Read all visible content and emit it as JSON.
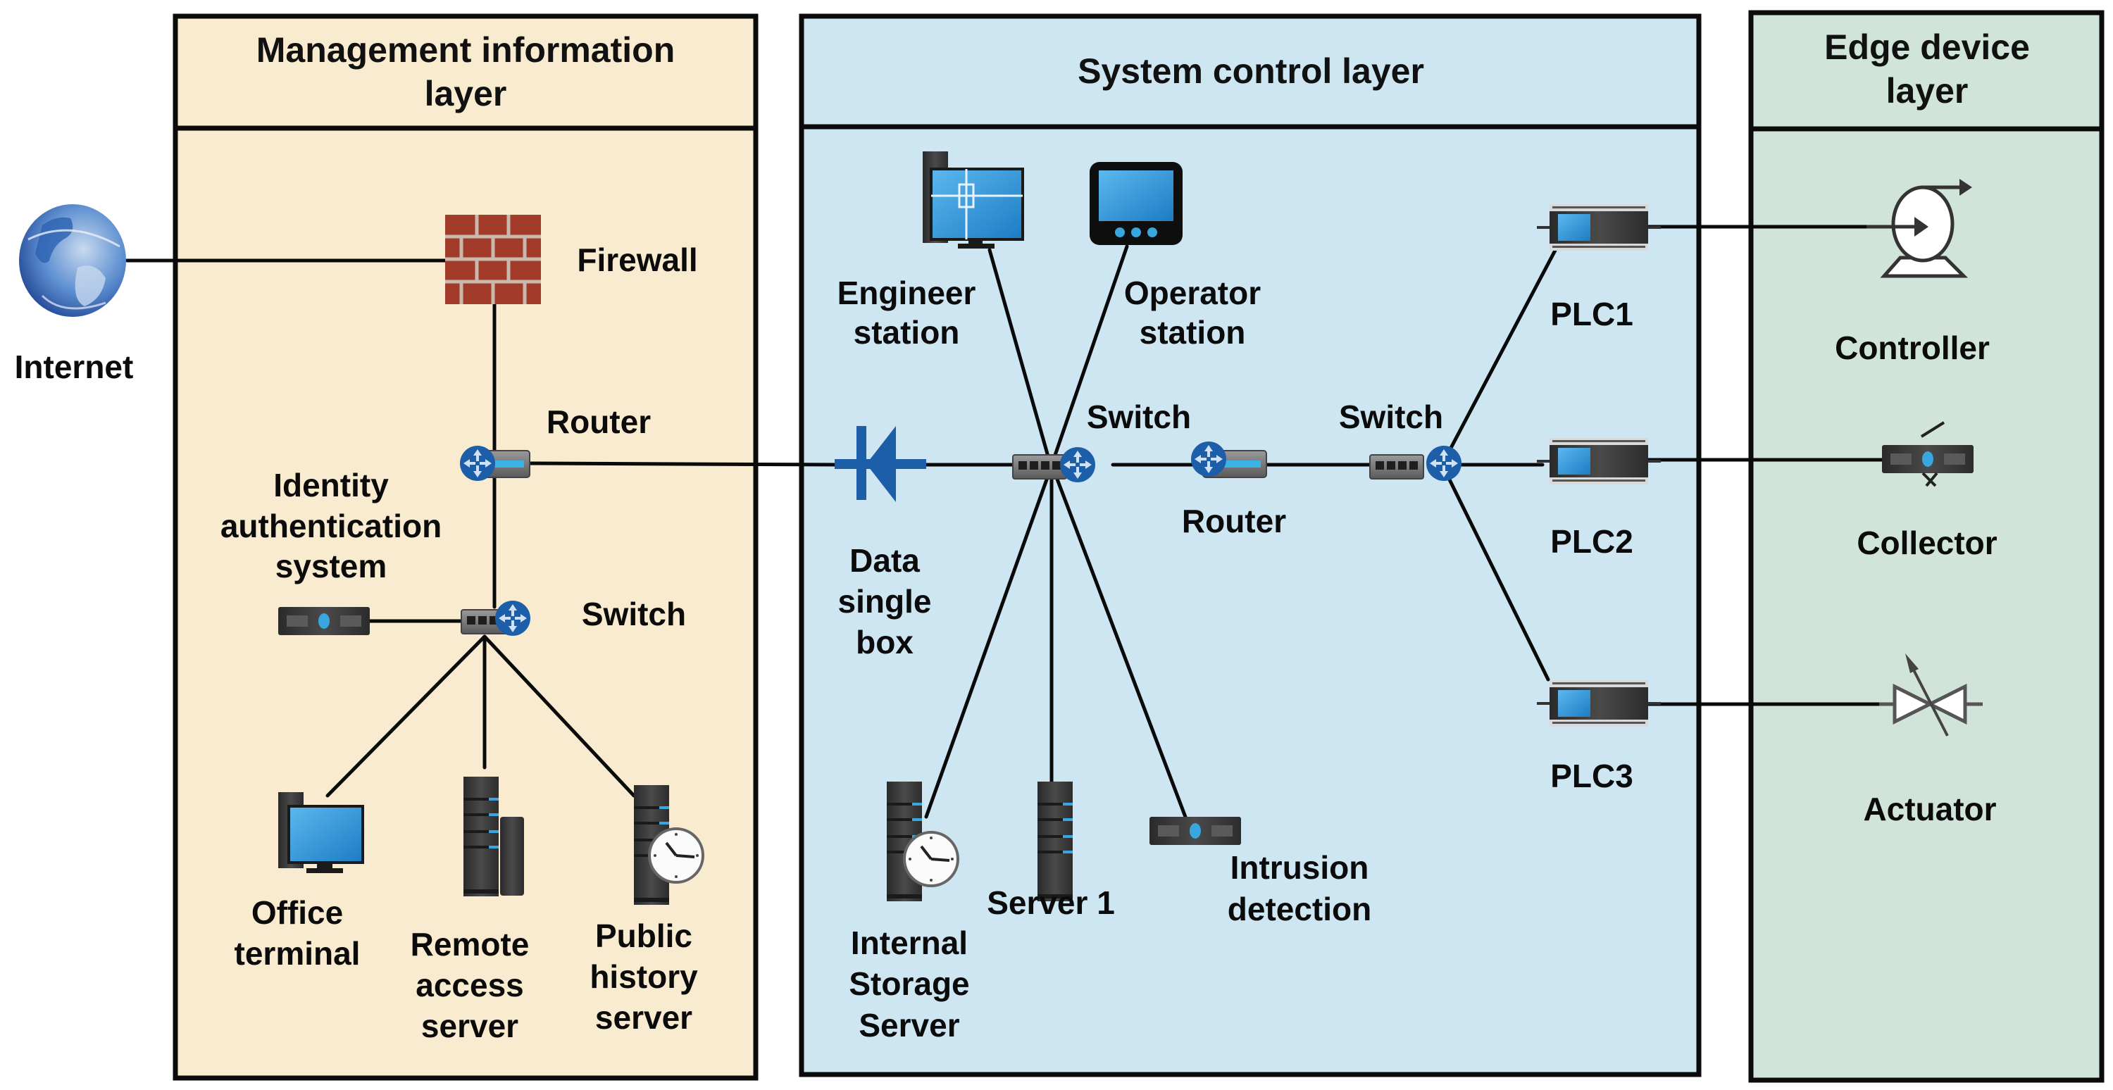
{
  "diagram": {
    "title": "Industrial control network architecture",
    "colors": {
      "management_bg": "#f9ebcf",
      "control_bg": "#cde6f2",
      "edge_bg": "#d0e4da",
      "border": "#0b0b0b",
      "device_blue": "#2d8fd5",
      "router_blue": "#1d5ea8",
      "firewall_red": "#a33b2b",
      "device_dark": "#3a3a3a"
    },
    "layers": [
      {
        "id": "management",
        "title_line1": "Management information",
        "title_line2": "layer"
      },
      {
        "id": "control",
        "title_line1": "System control layer",
        "title_line2": ""
      },
      {
        "id": "edge",
        "title_line1": "Edge device",
        "title_line2": "layer"
      }
    ],
    "external": {
      "internet": {
        "label": "Internet",
        "icon": "globe-icon"
      }
    },
    "management_nodes": {
      "firewall": {
        "label": "Firewall",
        "icon": "firewall-icon"
      },
      "router": {
        "label": "Router",
        "icon": "router-icon"
      },
      "identity": {
        "label_lines": [
          "Identity",
          "authentication",
          "system"
        ],
        "icon": "appliance-icon"
      },
      "switch": {
        "label": "Switch",
        "icon": "switch-icon"
      },
      "office_terminal": {
        "label_lines": [
          "Office",
          "terminal"
        ],
        "icon": "workstation-icon"
      },
      "remote_access": {
        "label_lines": [
          "Remote",
          "access",
          "server"
        ],
        "icon": "server-icon"
      },
      "public_history": {
        "label_lines": [
          "Public",
          "history",
          "server"
        ],
        "icon": "history-server-icon"
      }
    },
    "control_nodes": {
      "engineer": {
        "label_lines": [
          "Engineer",
          "station"
        ],
        "icon": "engineer-workstation-icon"
      },
      "operator": {
        "label_lines": [
          "Operator",
          "station"
        ],
        "icon": "tablet-icon"
      },
      "data_box": {
        "label_lines": [
          "Data",
          "single",
          "box"
        ],
        "icon": "diode-icon"
      },
      "switch_core": {
        "label": "Switch",
        "icon": "switch-icon"
      },
      "router": {
        "label": "Router",
        "icon": "router-icon"
      },
      "switch_plc": {
        "label": "Switch",
        "icon": "switch-icon"
      },
      "plc1": {
        "label": "PLC1",
        "icon": "plc-icon"
      },
      "plc2": {
        "label": "PLC2",
        "icon": "plc-icon"
      },
      "plc3": {
        "label": "PLC3",
        "icon": "plc-icon"
      },
      "internal_storage": {
        "label_lines": [
          "Internal",
          "Storage",
          "Server"
        ],
        "icon": "history-server-icon"
      },
      "server1": {
        "label": "Server 1",
        "icon": "server-icon"
      },
      "intrusion": {
        "label_lines": [
          "Intrusion",
          "detection"
        ],
        "icon": "appliance-icon"
      }
    },
    "edge_nodes": {
      "controller": {
        "label": "Controller",
        "icon": "pump-icon"
      },
      "collector": {
        "label": "Collector",
        "icon": "collector-icon"
      },
      "actuator": {
        "label": "Actuator",
        "icon": "valve-icon"
      }
    },
    "connections": [
      [
        "internet",
        "firewall"
      ],
      [
        "firewall",
        "mi_router"
      ],
      [
        "mi_router",
        "data_box"
      ],
      [
        "mi_router",
        "mi_switch"
      ],
      [
        "identity",
        "mi_switch"
      ],
      [
        "mi_switch",
        "office_terminal"
      ],
      [
        "mi_switch",
        "remote_access"
      ],
      [
        "mi_switch",
        "public_history"
      ],
      [
        "data_box",
        "switch_core"
      ],
      [
        "engineer",
        "switch_core"
      ],
      [
        "operator",
        "switch_core"
      ],
      [
        "switch_core",
        "internal_storage"
      ],
      [
        "switch_core",
        "server1"
      ],
      [
        "switch_core",
        "intrusion"
      ],
      [
        "switch_core",
        "sc_router"
      ],
      [
        "sc_router",
        "switch_plc"
      ],
      [
        "switch_plc",
        "plc1"
      ],
      [
        "switch_plc",
        "plc2"
      ],
      [
        "switch_plc",
        "plc3"
      ],
      [
        "plc1",
        "controller"
      ],
      [
        "plc2",
        "collector"
      ],
      [
        "plc3",
        "actuator"
      ]
    ]
  }
}
